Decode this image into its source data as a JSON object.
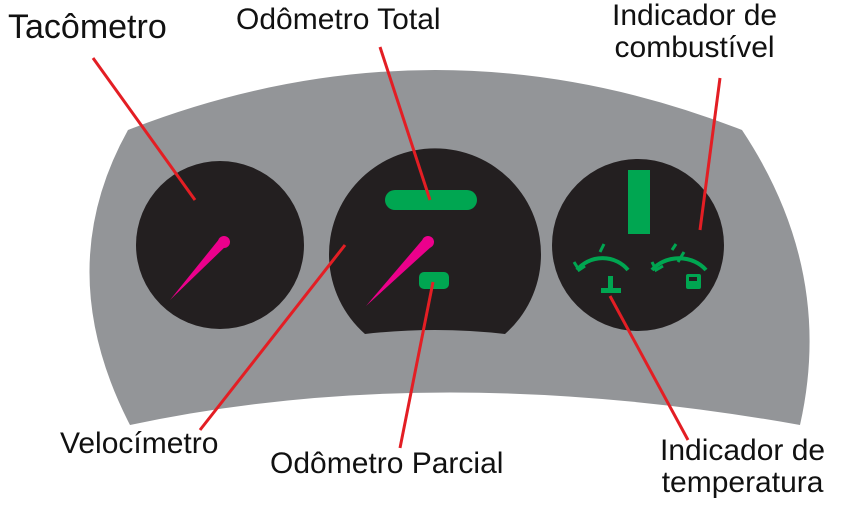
{
  "labels": {
    "tacometro": "Tacômetro",
    "odometro_total": "Odômetro Total",
    "indicador_combustivel_line1": "Indicador de",
    "indicador_combustivel_line2": "combustível",
    "velocimetro": "Velocímetro",
    "odometro_parcial": "Odômetro Parcial",
    "indicador_temperatura_line1": "Indicador de",
    "indicador_temperatura_line2": "temperatura"
  },
  "colors": {
    "panel": "#939598",
    "gauge_face": "#231f20",
    "needle": "#ec008c",
    "indicator": "#00a651",
    "leader_line": "#e31e24",
    "text": "#111111"
  },
  "icons": {
    "temperature": "thermometer-icon",
    "fuel": "fuel-pump-icon"
  }
}
